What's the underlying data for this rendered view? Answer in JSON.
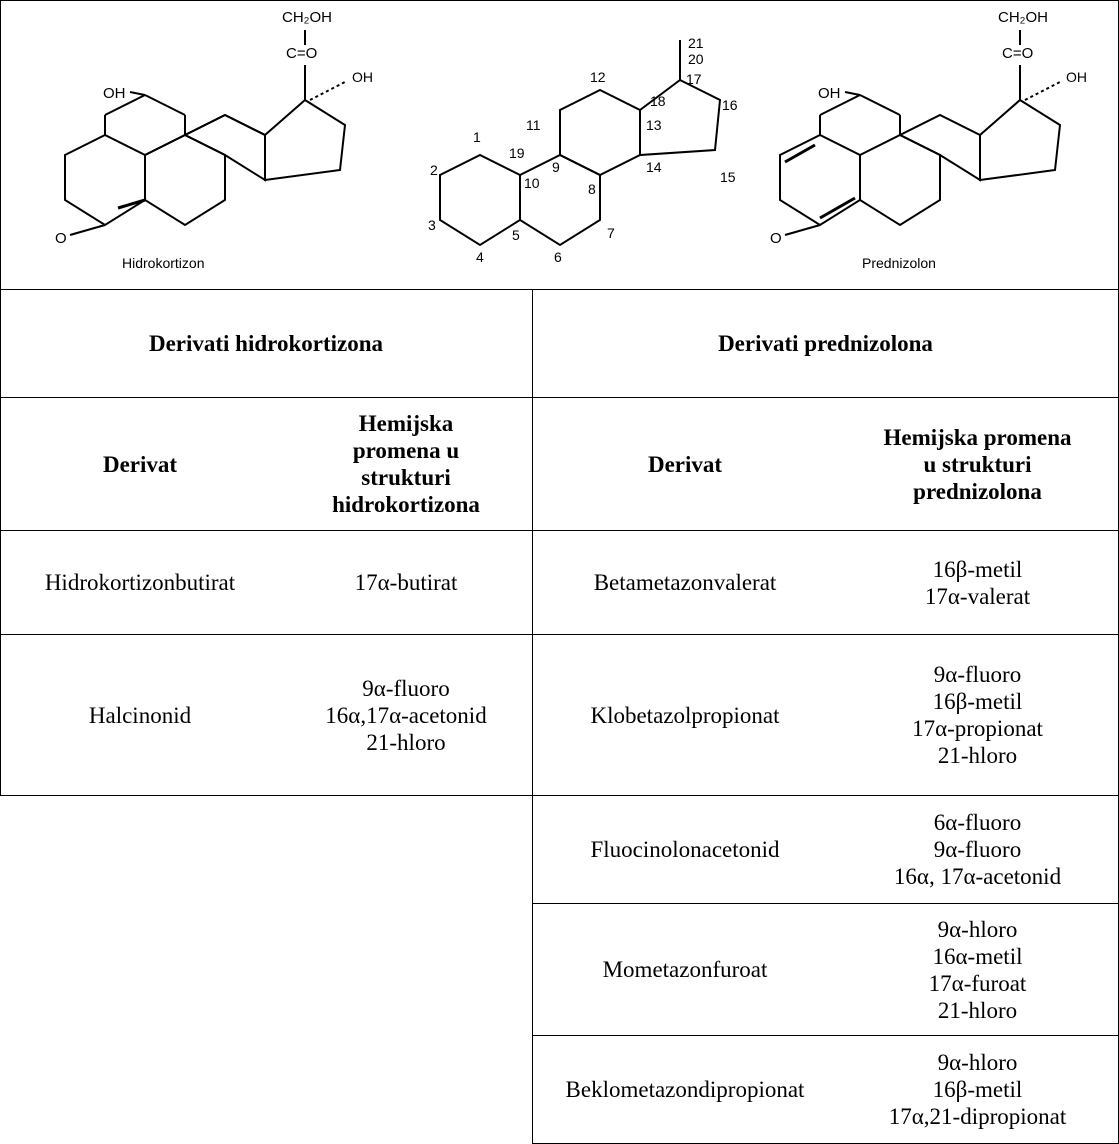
{
  "structures": {
    "hydrocortisone": {
      "name": "Hidrokortizon",
      "labels": {
        "ch2oh": "CH₂OH",
        "co": "C=O",
        "oh17": "OH",
        "oh11": "OH",
        "o3": "O"
      }
    },
    "steroid_numbering": [
      "1",
      "2",
      "3",
      "4",
      "5",
      "6",
      "7",
      "8",
      "9",
      "10",
      "11",
      "12",
      "13",
      "14",
      "15",
      "16",
      "17",
      "18",
      "19",
      "20",
      "21"
    ],
    "prednisolone": {
      "name": "Prednizolon",
      "labels": {
        "ch2oh": "CH₂OH",
        "co": "C=O",
        "oh17": "OH",
        "oh11": "OH",
        "o3": "O"
      }
    }
  },
  "groups": {
    "left": "Derivati hidrokortizona",
    "right": "Derivati prednizolona"
  },
  "columns": {
    "left_derivative": "Derivat",
    "left_change": [
      "Hemijska",
      "promena u",
      "strukturi",
      "hidrokortizona"
    ],
    "right_derivative": "Derivat",
    "right_change": [
      "Hemijska promena",
      "u strukturi",
      "prednizolona"
    ]
  },
  "hydrocortisone_rows": [
    {
      "derivative": "Hidrokortizonbutirat",
      "changes": [
        "17α-butirat"
      ]
    },
    {
      "derivative": "Halcinonid",
      "changes": [
        "9α-fluoro",
        "16α,17α-acetonid",
        "21-hloro"
      ]
    }
  ],
  "prednisolone_rows": [
    {
      "derivative": "Betametazonvalerat",
      "changes": [
        "16β-metil",
        "17α-valerat"
      ]
    },
    {
      "derivative": "Klobetazolpropionat",
      "changes": [
        "9α-fluoro",
        "16β-metil",
        "17α-propionat",
        "21-hloro"
      ]
    },
    {
      "derivative": "Fluocinolonacetonid",
      "changes": [
        "6α-fluoro",
        "9α-fluoro",
        "16α, 17α-acetonid"
      ]
    },
    {
      "derivative": "Mometazonfuroat",
      "changes": [
        "9α-hloro",
        "16α-metil",
        "17α-furoat",
        "21-hloro"
      ]
    },
    {
      "derivative": "Beklometazondipropionat",
      "changes": [
        "9α-hloro",
        "16β-metil",
        "17α,21-dipropionat"
      ]
    }
  ]
}
